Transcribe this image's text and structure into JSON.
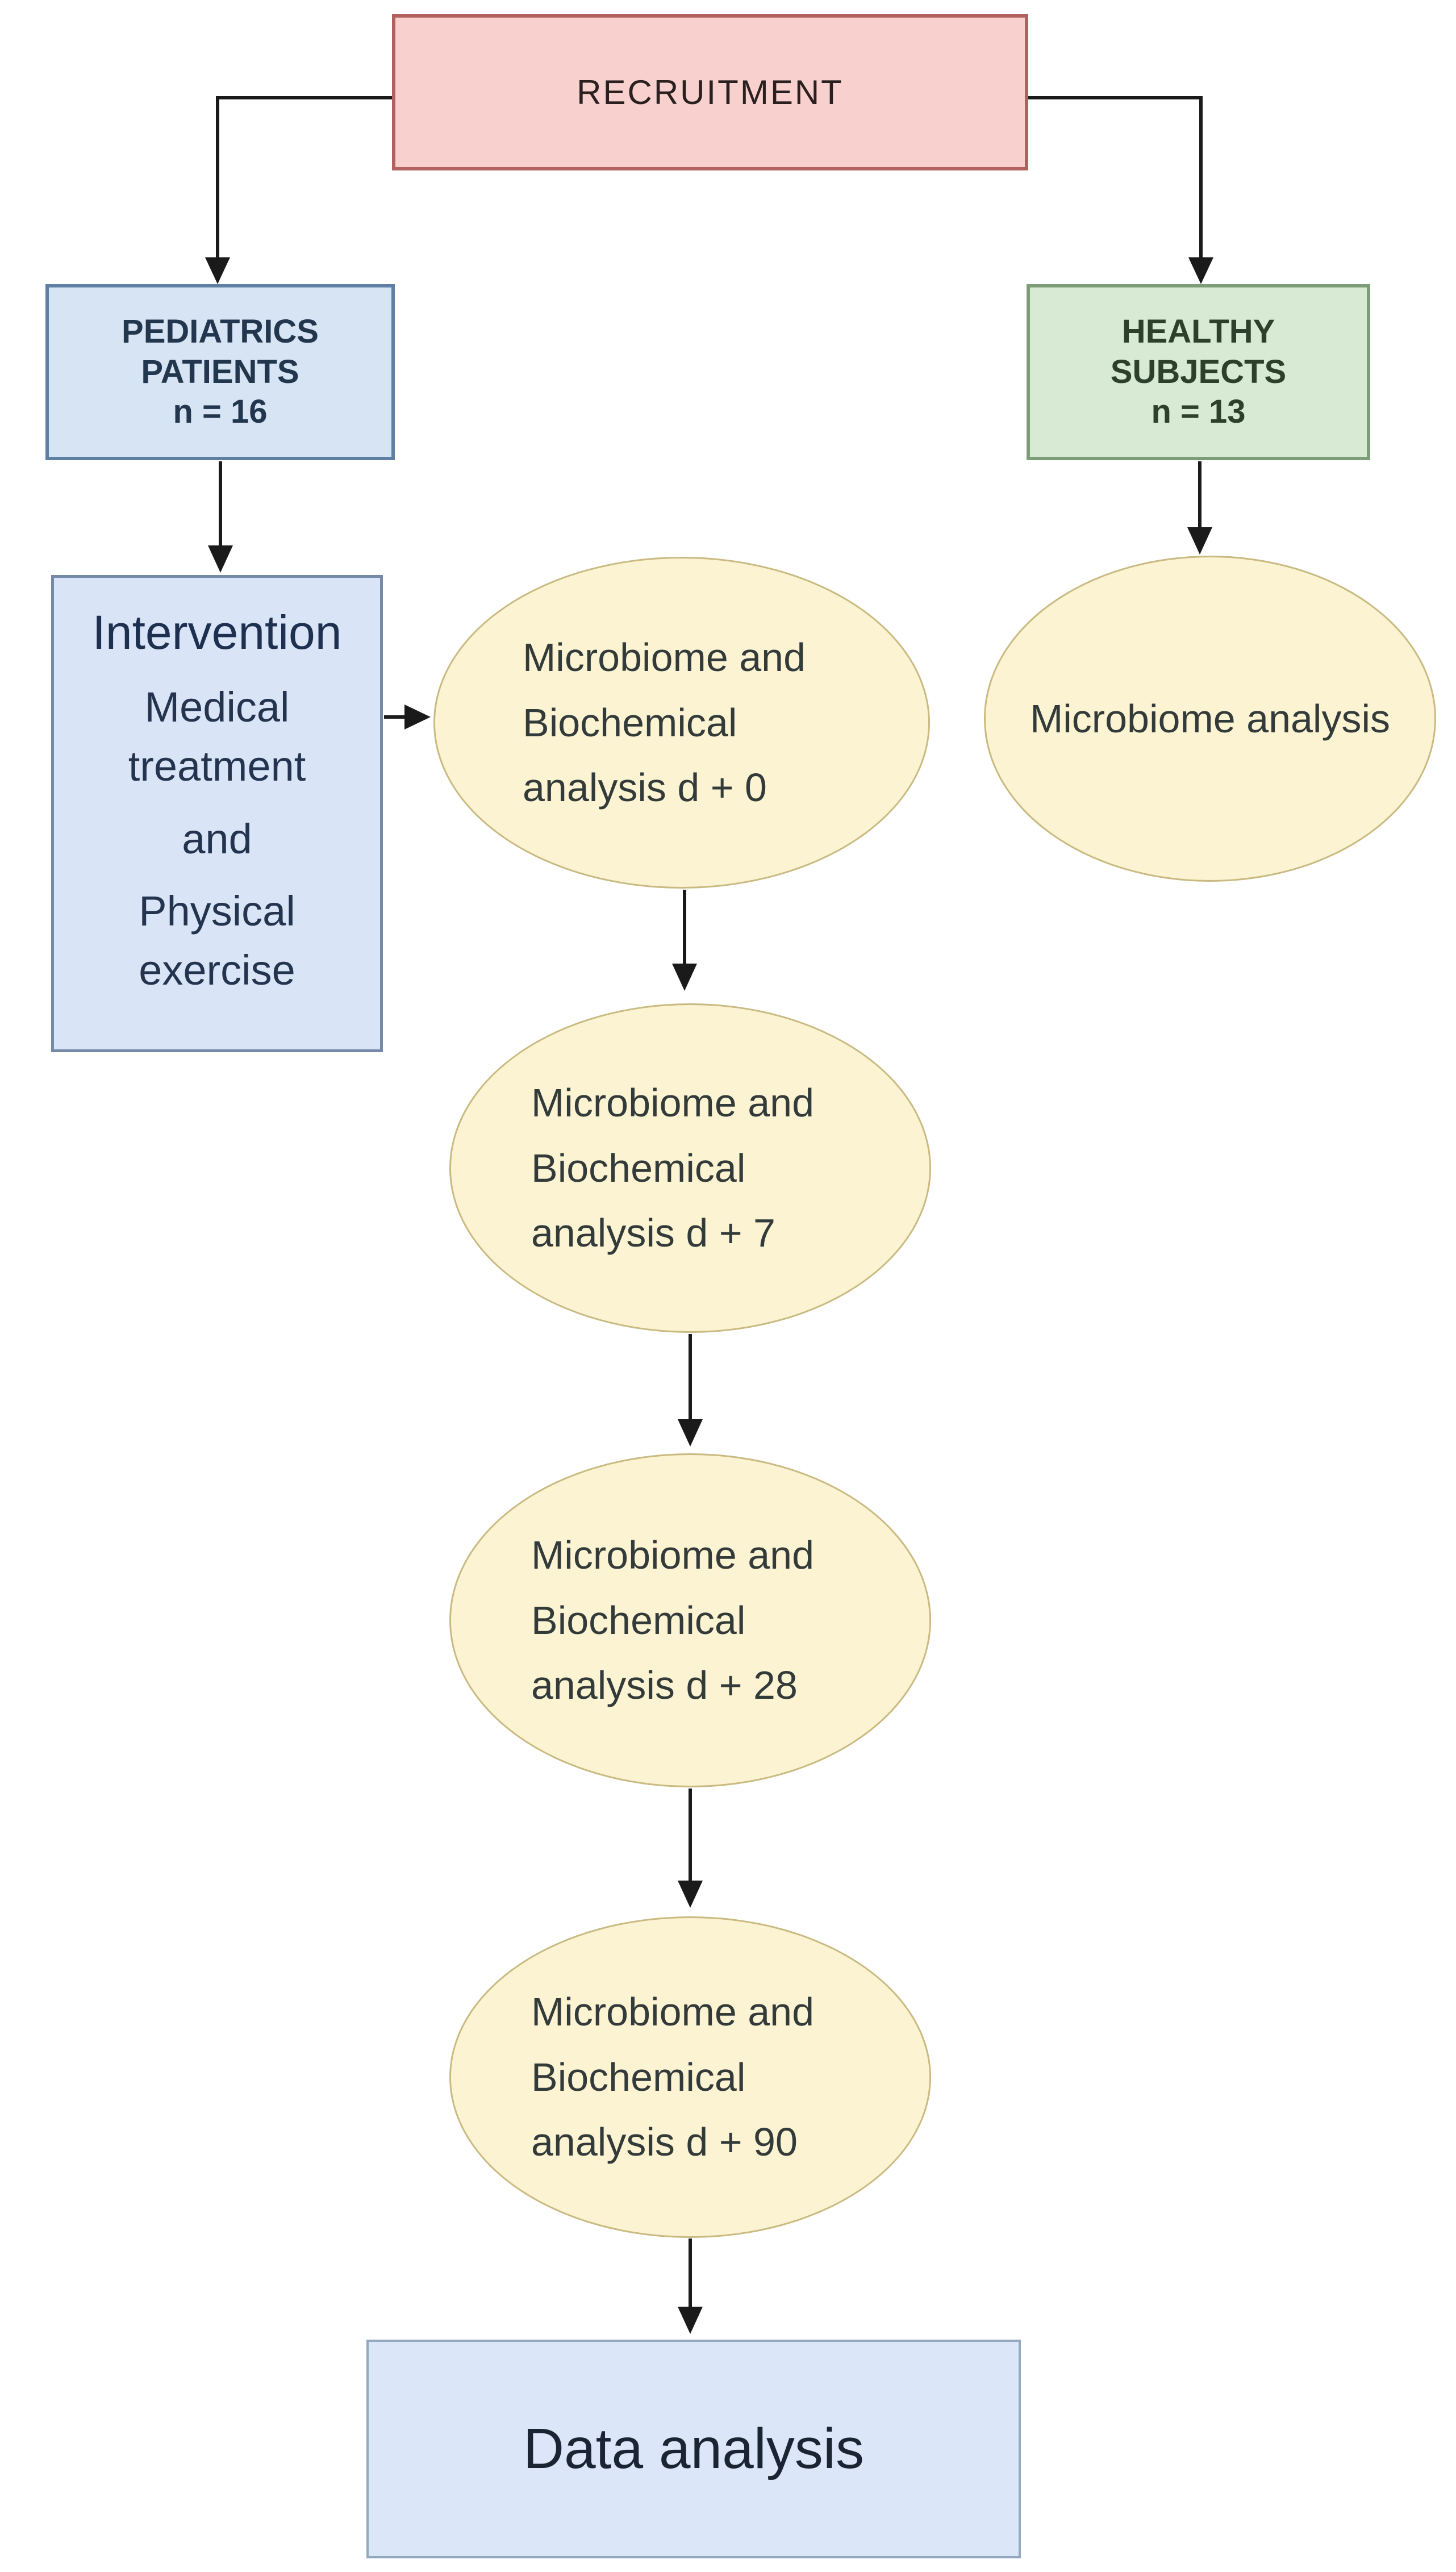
{
  "title": "Study design flowchart",
  "colors": {
    "recruitment-fill": "#f8d1ce",
    "recruitment-border": "#b2615e",
    "recruitment-text": "#2b2020",
    "patients-fill": "#d7e4f3",
    "patients-border": "#5f7fa5",
    "patients-text": "#22364d",
    "healthy-fill": "#d9ead4",
    "healthy-border": "#7c9d77",
    "healthy-text": "#2c402c",
    "intervention-fill": "#d9e4f7",
    "intervention-border": "#7589a8",
    "intervention-text": "#24344e",
    "ellipse-fill": "#fcf3d2",
    "ellipse-border": "#c9ba81",
    "ellipse-text": "#333b3a",
    "data-fill": "#dbe7f8",
    "data-border": "#93a9c0",
    "data-text": "#1b2433",
    "arrow": "#1a1a1a"
  },
  "nodes": {
    "recruitment": {
      "label": "RECRUITMENT"
    },
    "pediatrics": {
      "lines": [
        "PEDIATRICS",
        "PATIENTS",
        "n = 16"
      ]
    },
    "healthy": {
      "lines": [
        "HEALTHY",
        "SUBJECTS",
        "n = 13"
      ]
    },
    "intervention": {
      "title": "Intervention",
      "body": [
        "Medical",
        "treatment",
        "and",
        "Physical",
        "exercise"
      ]
    },
    "timepoints": [
      {
        "lines": [
          "Microbiome and",
          "Biochemical",
          "analysis d + 0"
        ]
      },
      {
        "lines": [
          "Microbiome and",
          "Biochemical",
          "analysis d + 7"
        ]
      },
      {
        "lines": [
          "Microbiome and",
          "Biochemical",
          "analysis d + 28"
        ]
      },
      {
        "lines": [
          "Microbiome and",
          "Biochemical",
          "analysis d + 90"
        ]
      }
    ],
    "healthy_analysis": {
      "label": "Microbiome analysis"
    },
    "data_analysis": {
      "label": "Data analysis"
    }
  }
}
